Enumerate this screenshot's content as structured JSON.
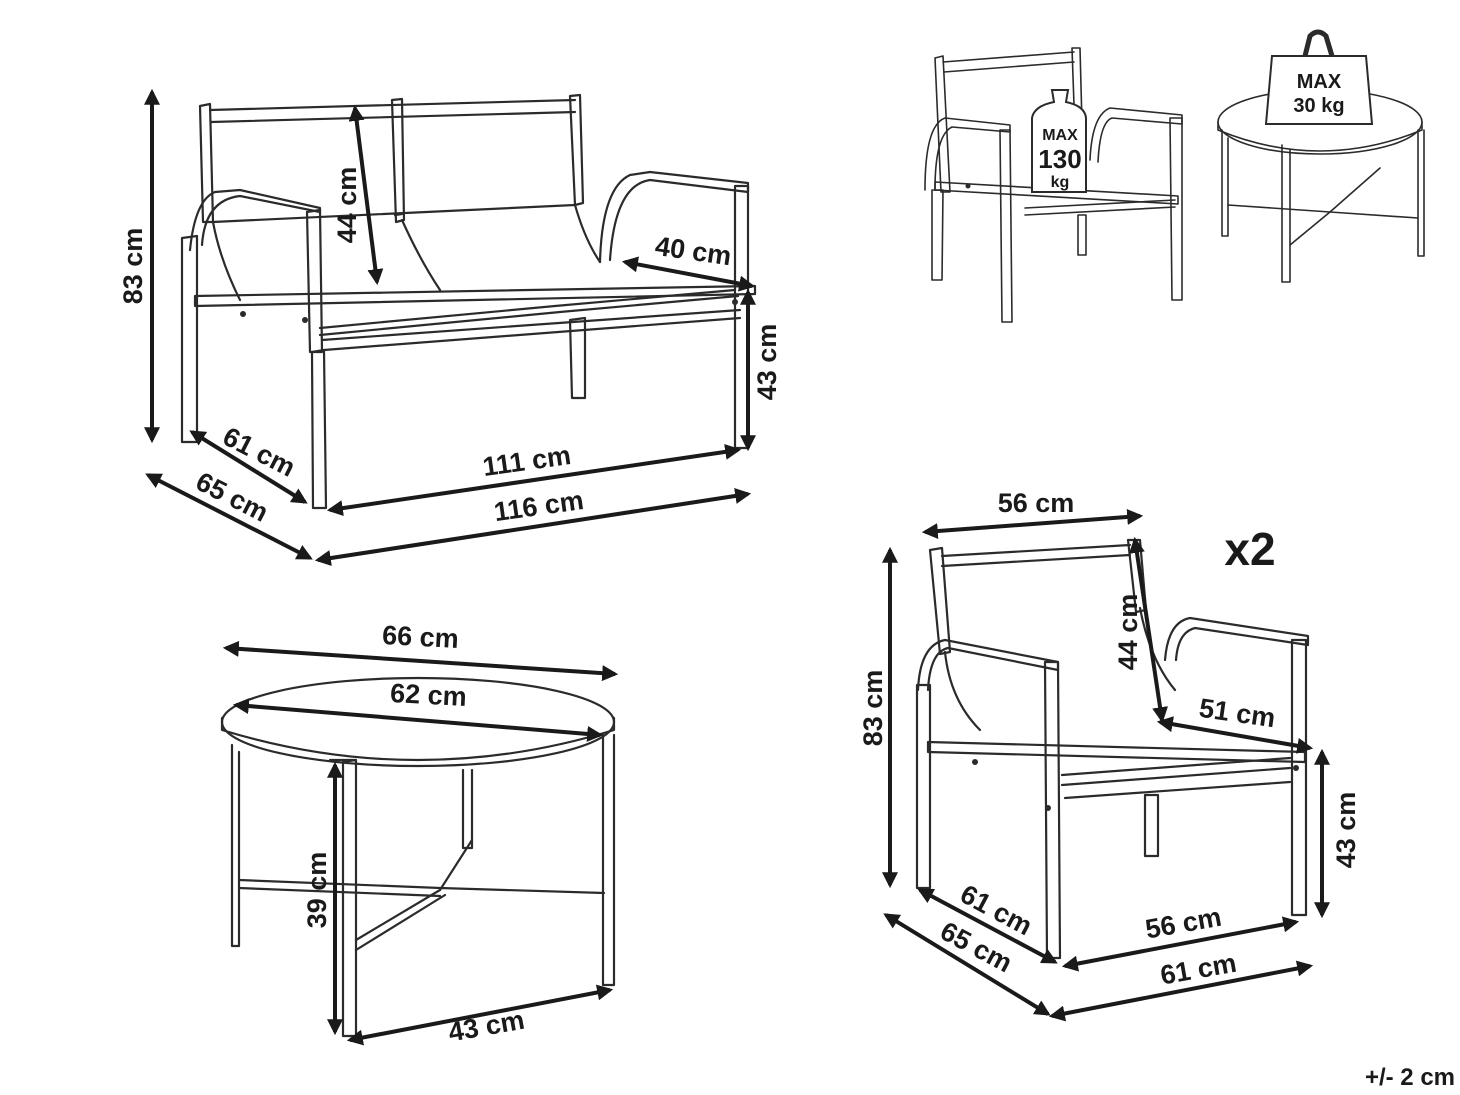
{
  "bench": {
    "height": "83 cm",
    "back_height": "44 cm",
    "seat_depth": "40 cm",
    "seat_height": "43 cm",
    "inner_depth": "61 cm",
    "outer_depth": "65 cm",
    "inner_width": "111 cm",
    "outer_width": "116 cm"
  },
  "chair": {
    "count": "x2",
    "top_width": "56 cm",
    "height": "83 cm",
    "back_height": "44 cm",
    "seat_depth": "51 cm",
    "seat_height": "43 cm",
    "inner_depth": "61 cm",
    "outer_depth": "65 cm",
    "inner_width": "56 cm",
    "outer_width": "61 cm"
  },
  "table": {
    "outer_diameter": "66 cm",
    "inner_diameter": "62 cm",
    "height": "39 cm",
    "base_width": "43 cm"
  },
  "load_badges": {
    "chair": {
      "line1": "MAX",
      "line2": "130",
      "line3": "kg"
    },
    "table": {
      "line1": "MAX",
      "line2": "30 kg"
    }
  },
  "tolerance": "+/- 2 cm"
}
